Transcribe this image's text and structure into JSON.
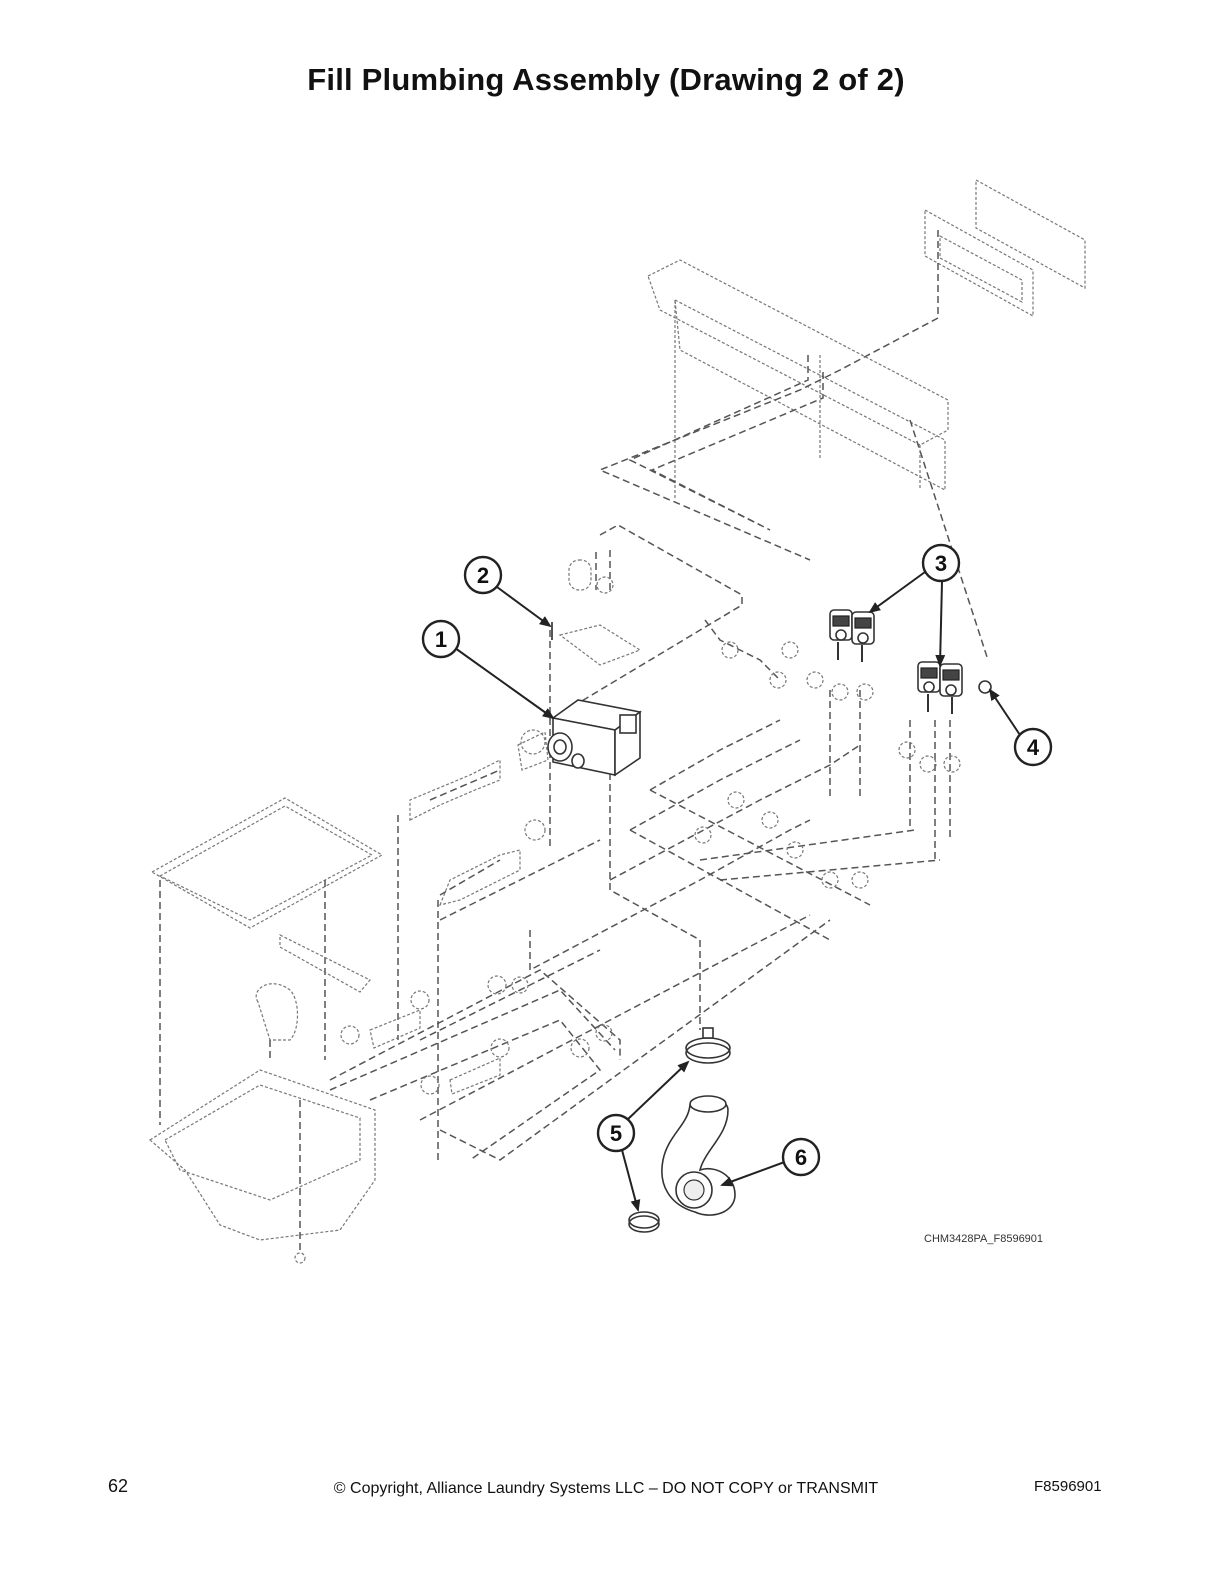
{
  "page": {
    "title": "Fill Plumbing Assembly (Drawing 2 of 2)",
    "page_number": "62",
    "copyright": "© Copyright, Alliance Laundry Systems LLC – DO NOT COPY or TRANSMIT",
    "doc_code": "F8596901"
  },
  "drawing": {
    "figure_code": "CHM3428PA_F8596901",
    "callouts": [
      "1",
      "2",
      "3",
      "4",
      "5",
      "6"
    ]
  }
}
